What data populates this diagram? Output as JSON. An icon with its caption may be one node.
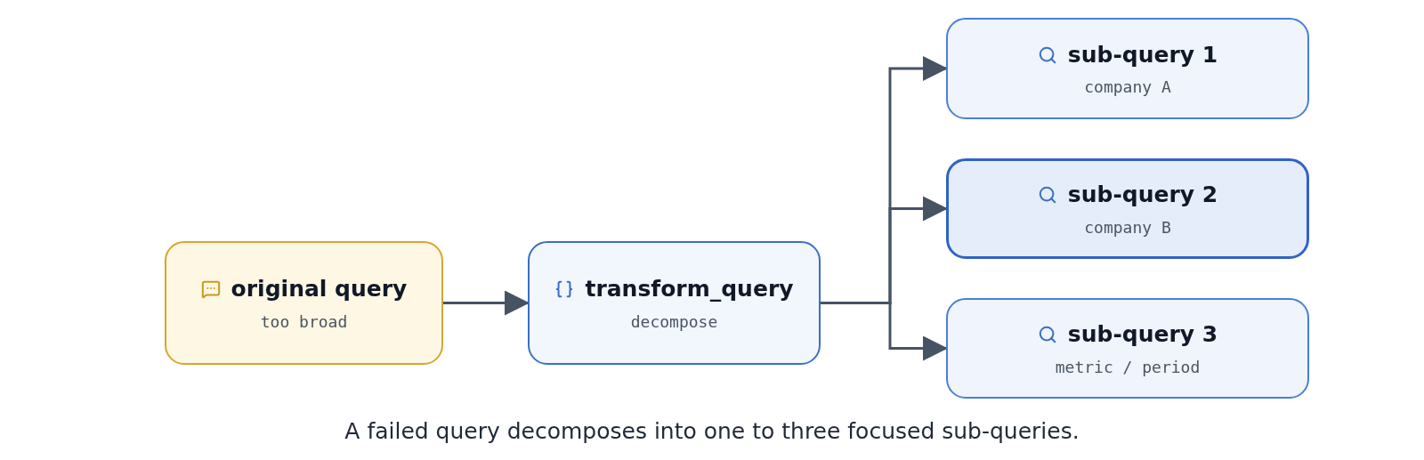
{
  "diagram": {
    "caption": "A failed query decomposes into one to three focused sub-queries.",
    "nodes": [
      {
        "text": [
          "original query",
          "too broad"
        ]
      },
      {
        "text": [
          "transform_query",
          "decompose"
        ]
      },
      {
        "text": [
          "sub-query 1",
          "company A"
        ]
      },
      {
        "text": [
          "sub-query 2",
          "company B"
        ]
      },
      {
        "text": [
          "sub-query 3",
          "metric / period"
        ]
      }
    ],
    "edges": [
      {
        "from": 0,
        "to": 1,
        "arrow": "to"
      },
      {
        "from": 1,
        "to": 2,
        "arrow": "to"
      },
      {
        "from": 1,
        "to": 3,
        "arrow": "to"
      },
      {
        "from": 1,
        "to": 4,
        "arrow": "to"
      }
    ]
  }
}
